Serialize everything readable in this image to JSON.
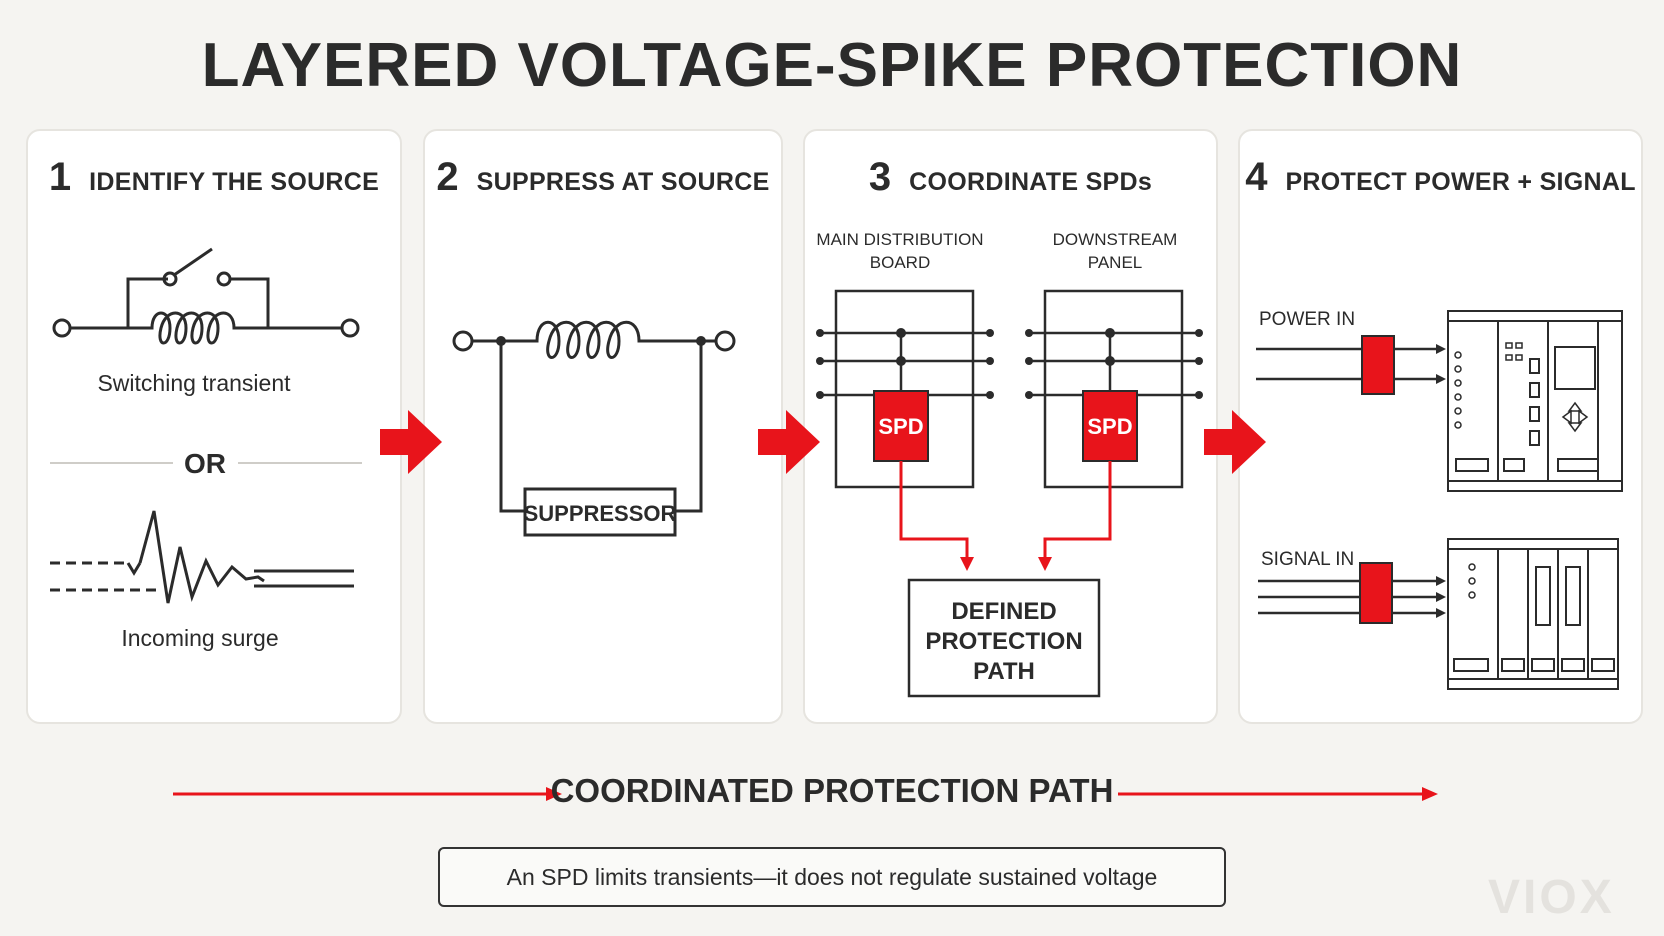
{
  "title": "LAYERED VOLTAGE-SPIKE PROTECTION",
  "steps": [
    {
      "number": "1",
      "title": "IDENTIFY THE SOURCE",
      "switching_label": "Switching transient",
      "or_label": "OR",
      "surge_label": "Incoming surge"
    },
    {
      "number": "2",
      "title": "SUPPRESS AT SOURCE",
      "suppressor_label": "SUPPRESSOR"
    },
    {
      "number": "3",
      "title": "COORDINATE SPDs",
      "board_label_1": "MAIN DISTRIBUTION",
      "board_label_2": "BOARD",
      "panel_label_1": "DOWNSTREAM",
      "panel_label_2": "PANEL",
      "spd_label": "SPD",
      "path_line_1": "DEFINED",
      "path_line_2": "PROTECTION",
      "path_line_3": "PATH"
    },
    {
      "number": "4",
      "title": "PROTECT POWER + SIGNAL",
      "power_label": "POWER IN",
      "signal_label": "SIGNAL IN"
    }
  ],
  "bottom_caption": "COORDINATED PROTECTION PATH",
  "note": "An SPD limits transients—it does not regulate sustained voltage",
  "logo": "VIOX",
  "colors": {
    "accent": "#e8141b",
    "ink": "#2b2b2b",
    "background": "#f5f4f1"
  }
}
